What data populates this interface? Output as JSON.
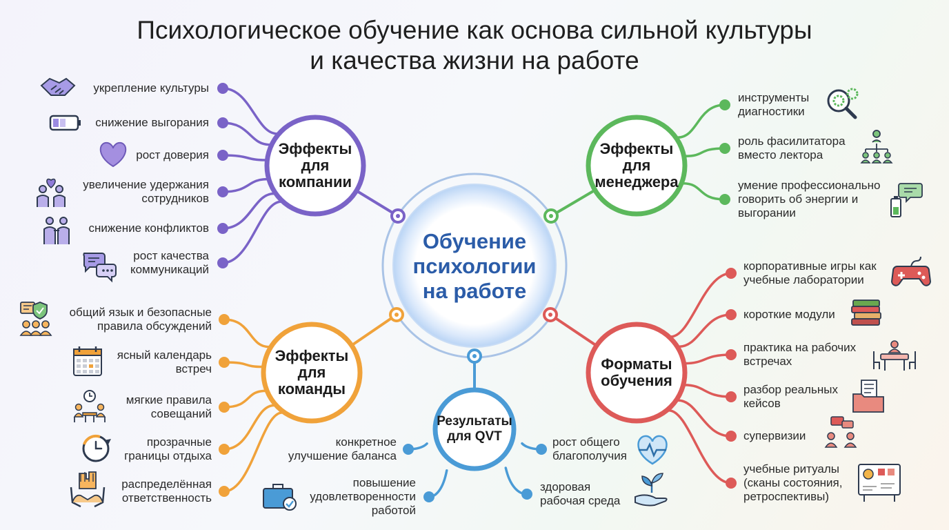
{
  "title": [
    "Психологическое обучение как основа сильной культуры",
    "и качества жизни на работе"
  ],
  "center": [
    "Обучение",
    "психологии",
    "на работе"
  ],
  "colors": {
    "company": "#7a63c7",
    "manager": "#5cb85c",
    "team": "#f0a23a",
    "formats": "#dd5a58",
    "qvt": "#4a9bd6",
    "center": "#2b5ca8"
  },
  "hubs": {
    "company": [
      "Эффекты",
      "для",
      "компании"
    ],
    "manager": [
      "Эффекты",
      "для",
      "менеджера"
    ],
    "team": [
      "Эффекты",
      "для",
      "команды"
    ],
    "formats": [
      "Форматы",
      "обучения"
    ],
    "qvt": [
      "Результаты",
      "для QVT"
    ]
  },
  "company_items": [
    {
      "text": [
        "укрепление культуры"
      ],
      "icon": "handshake-icon"
    },
    {
      "text": [
        "снижение выгорания"
      ],
      "icon": "low-battery-icon"
    },
    {
      "text": [
        "рост доверия"
      ],
      "icon": "heart-icon"
    },
    {
      "text": [
        "увеличение удержания",
        "сотрудников"
      ],
      "icon": "people-heart-icon"
    },
    {
      "text": [
        "снижение конфликтов"
      ],
      "icon": "two-people-icon"
    },
    {
      "text": [
        "рост качества",
        "коммуникаций"
      ],
      "icon": "chat-bubbles-icon"
    }
  ],
  "manager_items": [
    {
      "text": [
        "инструменты",
        "диагностики"
      ],
      "icon": "magnifier-gear-icon"
    },
    {
      "text": [
        "роль фасилитатора",
        "вместо лектора"
      ],
      "icon": "org-chart-icon"
    },
    {
      "text": [
        "умение профессионально",
        "говорить об энергии и",
        "выгорании"
      ],
      "icon": "chat-battery-icon"
    }
  ],
  "team_items": [
    {
      "text": [
        "общий язык и безопасные",
        "правила обсуждений"
      ],
      "icon": "shield-group-icon"
    },
    {
      "text": [
        "ясный календарь",
        "встреч"
      ],
      "icon": "calendar-icon"
    },
    {
      "text": [
        "мягкие правила",
        "совещаний"
      ],
      "icon": "meeting-clock-icon"
    },
    {
      "text": [
        "прозрачные",
        "границы отдыха"
      ],
      "icon": "clock-icon"
    },
    {
      "text": [
        "распределённая",
        "ответственность"
      ],
      "icon": "raised-hands-icon"
    }
  ],
  "formats_items": [
    {
      "text": [
        "корпоративные игры как",
        "учебные лаборатории"
      ],
      "icon": "gamepad-icon"
    },
    {
      "text": [
        "короткие модули"
      ],
      "icon": "books-icon"
    },
    {
      "text": [
        "практика на рабочих",
        "встречах"
      ],
      "icon": "meeting-table-icon"
    },
    {
      "text": [
        "разбор реальных",
        "кейсов"
      ],
      "icon": "folder-icon"
    },
    {
      "text": [
        "супервизии"
      ],
      "icon": "supervision-icon"
    },
    {
      "text": [
        "учебные ритуалы",
        "(сканы состояния,",
        "ретроспективы)"
      ],
      "icon": "board-icon"
    }
  ],
  "qvt_items": [
    {
      "text": [
        "конкретное",
        "улучшение баланса"
      ],
      "icon": ""
    },
    {
      "text": [
        "повышение",
        "удовлетворенности",
        "работой"
      ],
      "icon": "briefcase-check-icon"
    },
    {
      "text": [
        "рост общего",
        "благополучия"
      ],
      "icon": "heart-pulse-icon"
    },
    {
      "text": [
        "здоровая",
        "рабочая среда"
      ],
      "icon": "hand-plant-icon"
    }
  ]
}
